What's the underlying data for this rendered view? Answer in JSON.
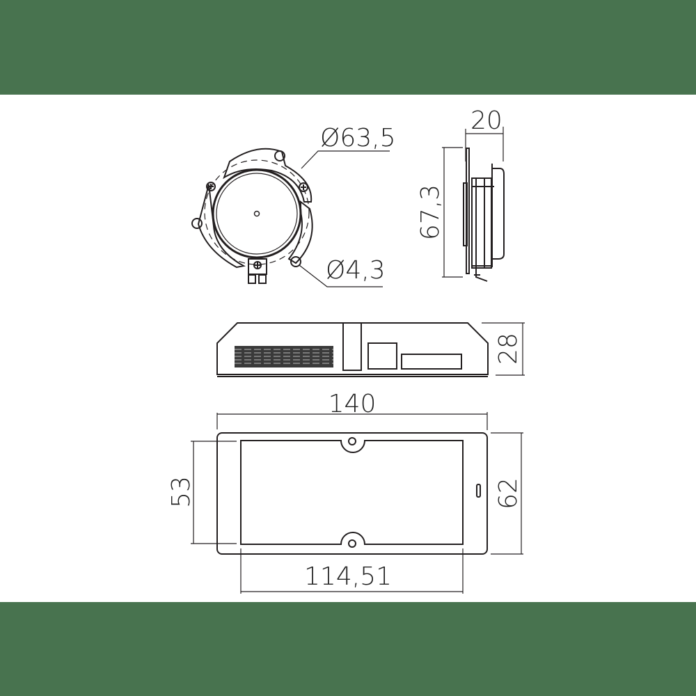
{
  "background": {
    "band_color": "#48734f",
    "paper_color": "#ffffff",
    "line_color": "#231f20"
  },
  "front_view": {
    "diameter_label": "Ø63,5",
    "hole_label": "Ø4,3"
  },
  "side_view": {
    "depth_label": "20",
    "height_label": "67,3"
  },
  "profile_view": {
    "height_label": "28"
  },
  "top_view": {
    "length_label": "140",
    "width_label": "62",
    "inner_height_label": "53",
    "hole_spacing_label": "114,51"
  }
}
